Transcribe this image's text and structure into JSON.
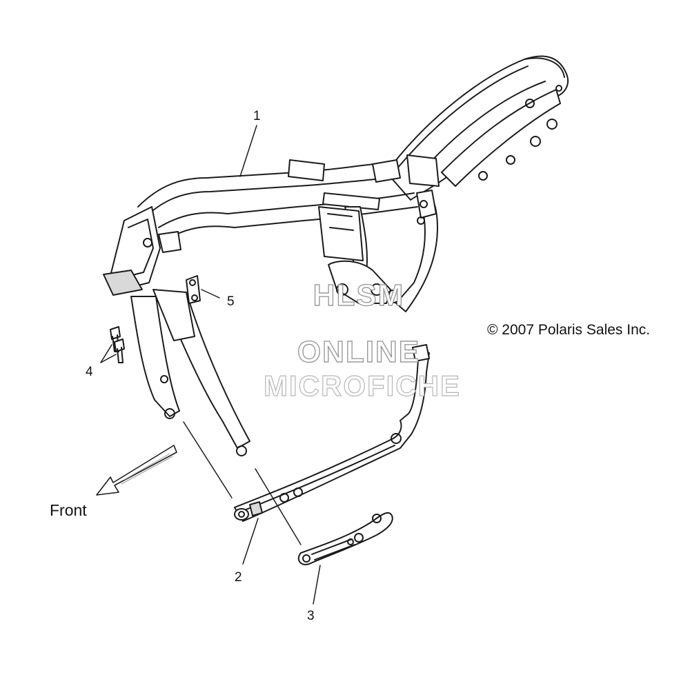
{
  "callouts": {
    "c1": "1",
    "c2": "2",
    "c3": "3",
    "c4": "4",
    "c5": "5"
  },
  "direction_label": "Front",
  "copyright": "© 2007 Polaris Sales Inc.",
  "watermark": {
    "line1": "HLSM",
    "line2": "ONLINE",
    "line3": "MICROFICHE"
  },
  "colors": {
    "line": "#1a1a1a",
    "fill": "#ffffff",
    "shade": "#d9d9d9",
    "watermark_stroke": "#9a9a9a"
  }
}
